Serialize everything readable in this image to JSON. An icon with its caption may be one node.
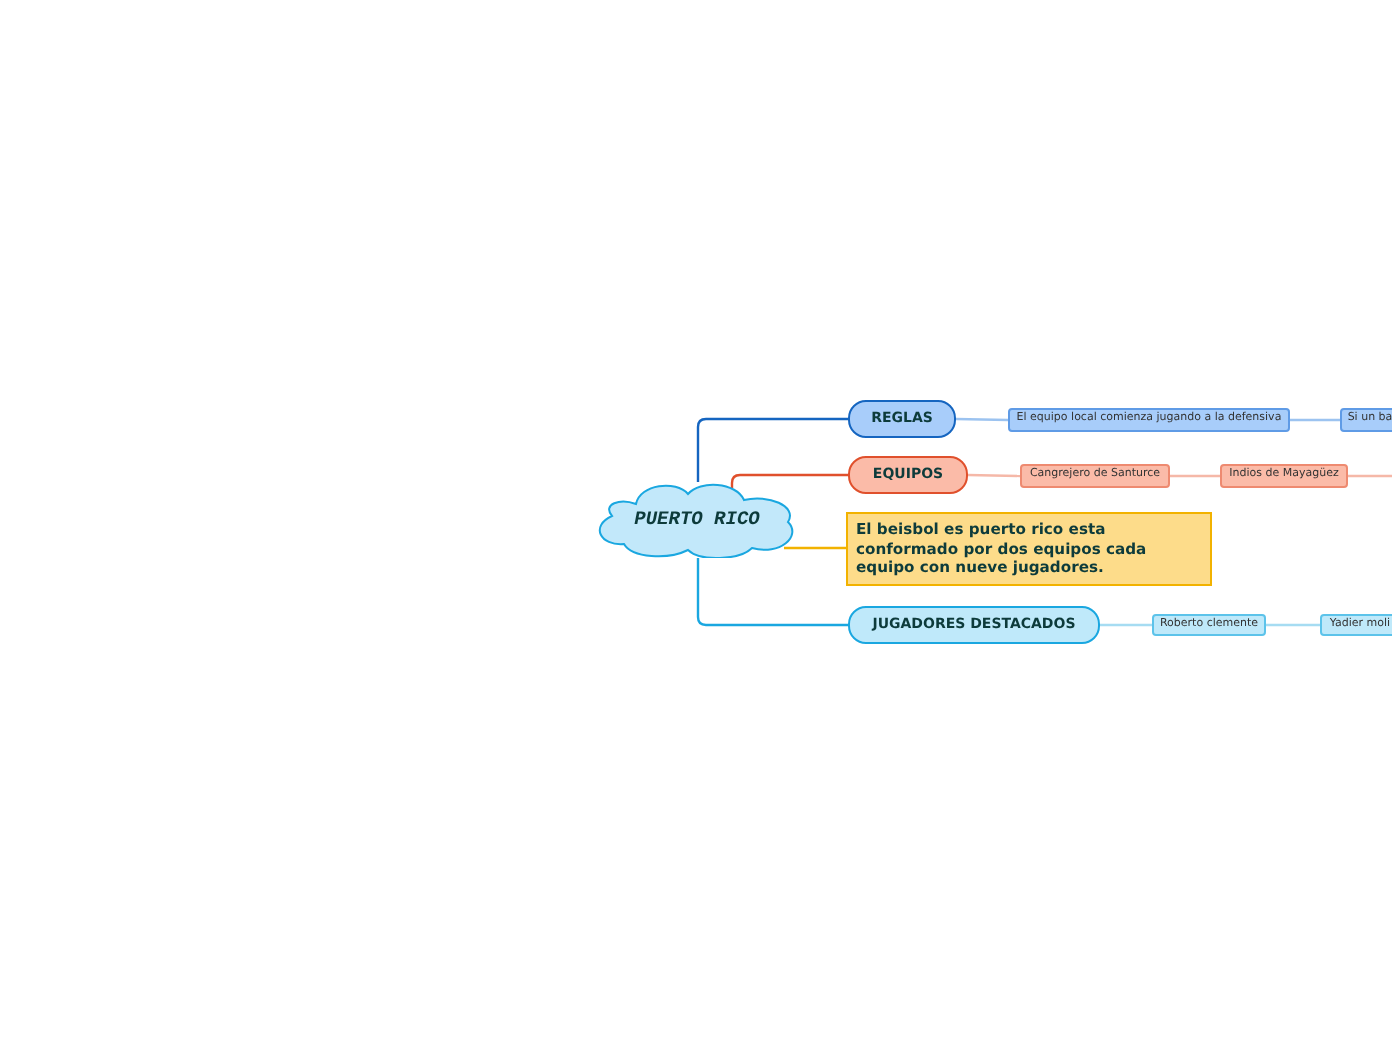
{
  "diagram": {
    "nodes": [
      {
        "text": [
          "PUERTO RICO"
        ]
      },
      {
        "text": [
          "REGLAS"
        ]
      },
      {
        "text": [
          "EQUIPOS"
        ]
      },
      {
        "text": [
          "El beisbol es puerto rico esta conformado por dos equipos cada equipo con nueve jugadores."
        ]
      },
      {
        "text": [
          "JUGADORES DESTACADOS"
        ]
      },
      {
        "text": [
          "El equipo local comienza jugando a la defensiva"
        ]
      },
      {
        "text": [
          "Si un ba"
        ]
      },
      {
        "text": [
          "Cangrejero de Santurce"
        ]
      },
      {
        "text": [
          "Indios de Mayagüez"
        ]
      },
      {
        "text": [
          "Roberto clemente"
        ]
      },
      {
        "text": [
          "Yadier moli"
        ]
      }
    ],
    "edges": [
      {
        "from": 0,
        "to": 1,
        "arrow": "none",
        "color": "#1565c0"
      },
      {
        "from": 0,
        "to": 2,
        "arrow": "none",
        "color": "#e0502c"
      },
      {
        "from": 0,
        "to": 3,
        "arrow": "none",
        "color": "#f2b200"
      },
      {
        "from": 0,
        "to": 4,
        "arrow": "none",
        "color": "#1aa7e0"
      },
      {
        "from": 1,
        "to": 5,
        "arrow": "none",
        "color": "#9cc3f0"
      },
      {
        "from": 5,
        "to": 6,
        "arrow": "none",
        "color": "#9cc3f0"
      },
      {
        "from": 2,
        "to": 7,
        "arrow": "none",
        "color": "#f5b8a8"
      },
      {
        "from": 7,
        "to": 8,
        "arrow": "none",
        "color": "#f5b8a8"
      },
      {
        "from": 8,
        "to": null,
        "arrow": "none",
        "color": "#f5b8a8"
      },
      {
        "from": 4,
        "to": 9,
        "arrow": "none",
        "color": "#a6dcf2"
      },
      {
        "from": 9,
        "to": 10,
        "arrow": "none",
        "color": "#a6dcf2"
      }
    ]
  }
}
